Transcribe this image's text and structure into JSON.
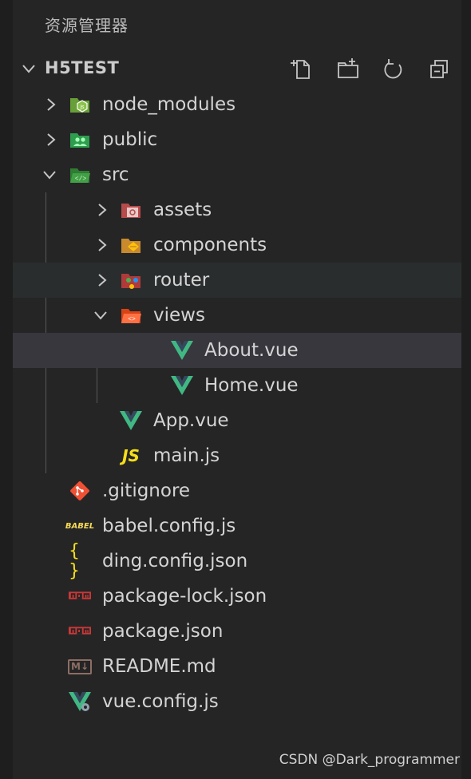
{
  "panel": {
    "title": "资源管理器"
  },
  "section": {
    "title": "H5TEST",
    "expanded": true
  },
  "toolbar": [
    {
      "name": "new-file-button",
      "icon": "new-file-icon"
    },
    {
      "name": "new-folder-button",
      "icon": "new-folder-icon"
    },
    {
      "name": "refresh-button",
      "icon": "refresh-icon"
    },
    {
      "name": "collapse-all-button",
      "icon": "collapse-all-icon"
    }
  ],
  "tree": [
    {
      "label": "node_modules",
      "kind": "folder",
      "expanded": false,
      "icon": "nodejs-folder-icon"
    },
    {
      "label": "public",
      "kind": "folder",
      "expanded": false,
      "icon": "public-folder-icon"
    },
    {
      "label": "src",
      "kind": "folder",
      "expanded": true,
      "icon": "src-folder-icon"
    },
    {
      "label": "assets",
      "kind": "folder",
      "expanded": false,
      "icon": "assets-folder-icon"
    },
    {
      "label": "components",
      "kind": "folder",
      "expanded": false,
      "icon": "components-folder-icon"
    },
    {
      "label": "router",
      "kind": "folder",
      "expanded": false,
      "icon": "router-folder-icon",
      "state": "hover"
    },
    {
      "label": "views",
      "kind": "folder",
      "expanded": true,
      "icon": "views-folder-icon"
    },
    {
      "label": "About.vue",
      "kind": "file",
      "icon": "vue-icon",
      "state": "selected"
    },
    {
      "label": "Home.vue",
      "kind": "file",
      "icon": "vue-icon"
    },
    {
      "label": "App.vue",
      "kind": "file",
      "icon": "vue-icon"
    },
    {
      "label": "main.js",
      "kind": "file",
      "icon": "javascript-icon",
      "icon_text": "JS"
    },
    {
      "label": ".gitignore",
      "kind": "file",
      "icon": "git-icon"
    },
    {
      "label": "babel.config.js",
      "kind": "file",
      "icon": "babel-icon",
      "icon_text": "BABEL"
    },
    {
      "label": "ding.config.json",
      "kind": "file",
      "icon": "json-braces-icon",
      "icon_text": "{ }"
    },
    {
      "label": "package-lock.json",
      "kind": "file",
      "icon": "npm-icon"
    },
    {
      "label": "package.json",
      "kind": "file",
      "icon": "npm-icon"
    },
    {
      "label": "README.md",
      "kind": "file",
      "icon": "markdown-icon",
      "icon_text": "M↓"
    },
    {
      "label": "vue.config.js",
      "kind": "file",
      "icon": "vue-config-icon"
    }
  ],
  "watermark": "CSDN @Dark_programmer",
  "colors": {
    "background": "#252526",
    "hover": "#2a2d2e",
    "selected": "#37373d",
    "vue_green": "#41b883",
    "js_yellow": "#f5de19",
    "git_red": "#f05033",
    "npm_red": "#cb3837"
  }
}
